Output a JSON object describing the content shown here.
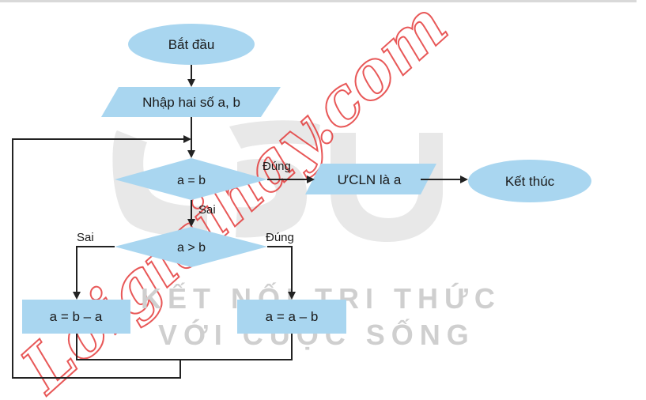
{
  "flowchart": {
    "start": "Bắt đầu",
    "input": "Nhập hai số a, b",
    "cond_equal": "a = b",
    "cond_greater": "a > b",
    "output": "ƯCLN là a",
    "end": "Kết thúc",
    "assign_left": "a = b – a",
    "assign_right": "a = a – b",
    "label_true_1": "Đúng",
    "label_false_1": "Sai",
    "label_false_2": "Sai",
    "label_true_2": "Đúng"
  },
  "watermark": {
    "line1": "KẾT NỐI TRI THỨC",
    "line2": "VỚI CUỘC SỐNG",
    "site": "Loigiaihay.com"
  },
  "colors": {
    "shape_fill": "#a9d6f0",
    "arrow": "#222222",
    "watermark_logo": "#e6e6e6",
    "watermark_red": "#e43b3b"
  }
}
